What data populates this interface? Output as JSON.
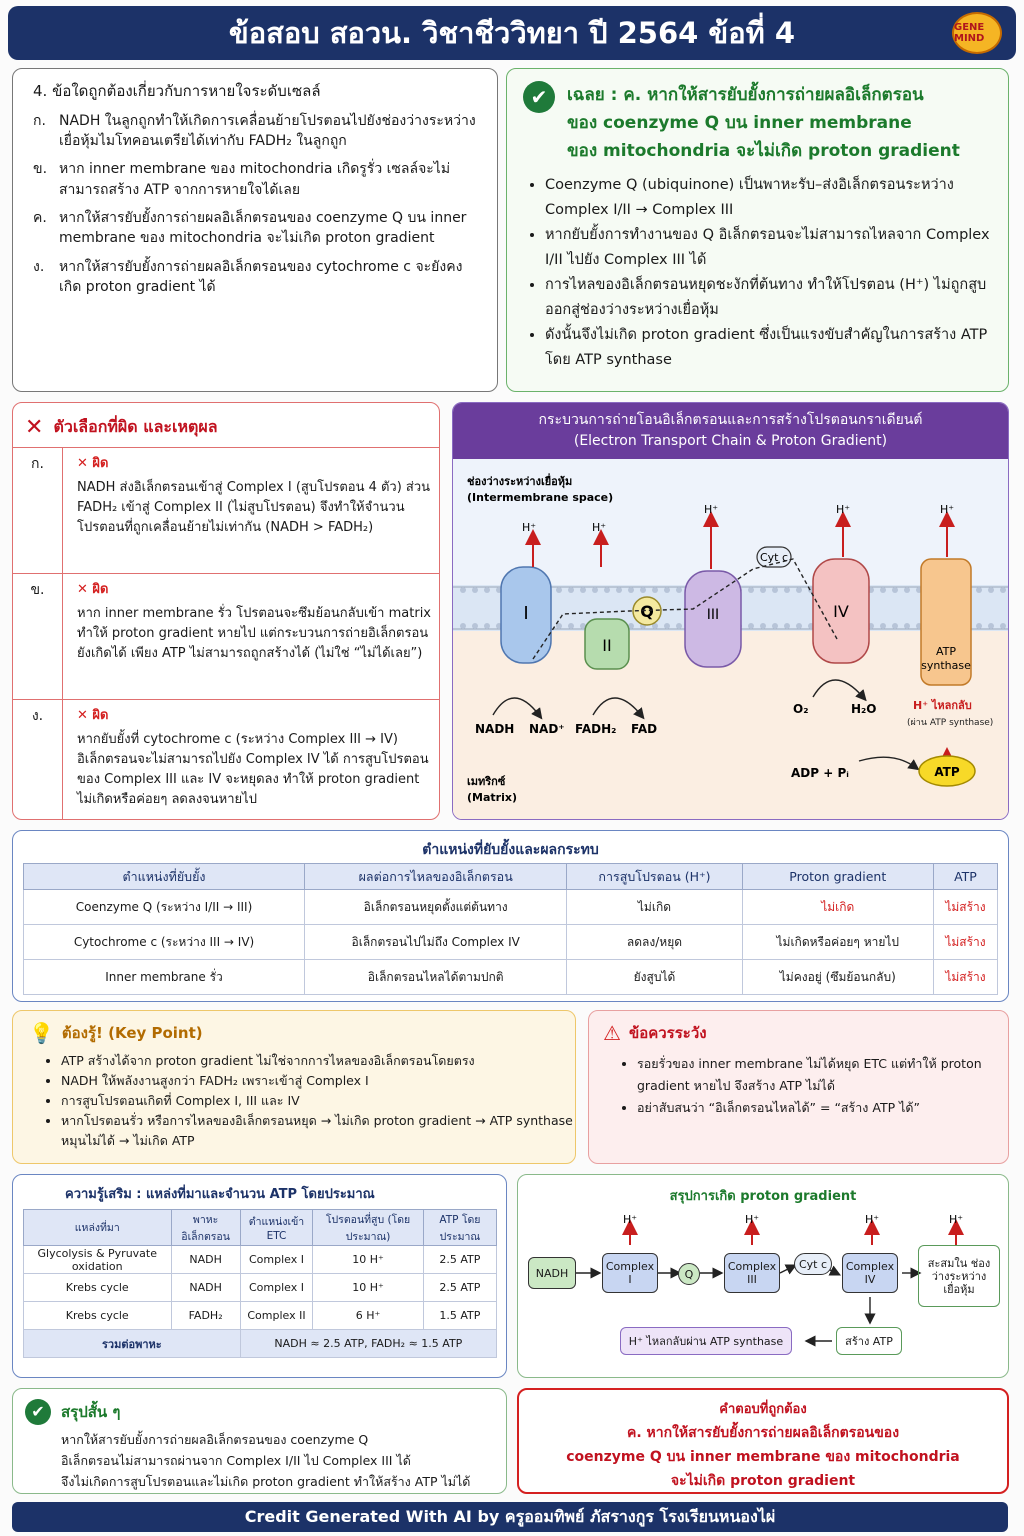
{
  "header": {
    "title": "ข้อสอบ สอวน. วิชาชีววิทยา ปี 2564 ข้อที่ 4",
    "logo": "GENE MIND"
  },
  "question": {
    "stem": "4. ข้อใดถูกต้องเกี่ยวกับการหายใจระดับเซลล์",
    "options": [
      {
        "key": "ก.",
        "text": "NADH ในลูกถูกทำให้เกิดการเคลื่อนย้ายโปรตอนไปยังช่องว่างระหว่างเยื่อหุ้มไมโทคอนเตรียได้เท่ากับ FADH₂ ในลูกถูก"
      },
      {
        "key": "ข.",
        "text": "หาก inner membrane ของ mitochondria เกิดรูรั่ว เซลล์จะไม่สามารถสร้าง ATP จากการหายใจได้เลย"
      },
      {
        "key": "ค.",
        "text": "หากให้สารยับยั้งการถ่ายผลอิเล็กตรอนของ coenzyme Q บน inner membrane ของ mitochondria จะไม่เกิด proton gradient"
      },
      {
        "key": "ง.",
        "text": "หากให้สารยับยั้งการถ่ายผลอิเล็กตรอนของ cytochrome c จะยังคงเกิด proton gradient ได้"
      }
    ]
  },
  "answer": {
    "heading": [
      "เฉลย : ค. หากให้สารยับยั้งการถ่ายผลอิเล็กตรอน",
      "ของ coenzyme Q บน inner membrane",
      "ของ mitochondria จะไม่เกิด proton gradient"
    ],
    "bullets": [
      "Coenzyme Q (ubiquinone) เป็นพาหะรับ–ส่งอิเล็กตรอนระหว่าง Complex I/II → Complex III",
      "หากยับยั้งการทำงานของ Q อิเล็กตรอนจะไม่สามารถไหลจาก Complex I/II ไปยัง Complex III ได้",
      "การไหลของอิเล็กตรอนหยุดชะงักที่ต้นทาง ทำให้โปรตอน (H⁺) ไม่ถูกสูบออกสู่ช่องว่างระหว่างเยื่อหุ้ม",
      "ดังนั้นจึงไม่เกิด proton gradient ซึ่งเป็นแรงขับสำคัญในการสร้าง ATP โดย ATP synthase"
    ]
  },
  "wrong": {
    "title": "ตัวเลือกที่ผิด และเหตุผล",
    "mark": "ผิด",
    "rows": [
      {
        "key": "ก.",
        "text": "NADH ส่งอิเล็กตรอนเข้าสู่ Complex I (สูบโปรตอน 4 ตัว) ส่วน FADH₂ เข้าสู่ Complex II (ไม่สูบโปรตอน) จึงทำให้จำนวนโปรตอนที่ถูกเคลื่อนย้ายไม่เท่ากัน (NADH > FADH₂)"
      },
      {
        "key": "ข.",
        "text": "หาก inner membrane รั่ว โปรตอนจะซึมย้อนกลับเข้า matrix ทำให้ proton gradient หายไป แต่กระบวนการถ่ายอิเล็กตรอนยังเกิดได้ เพียง ATP ไม่สามารถถูกสร้างได้ (ไม่ใช่ “ไม่ได้เลย”)"
      },
      {
        "key": "ง.",
        "text": "หากยับยั้งที่ cytochrome c (ระหว่าง Complex III → IV) อิเล็กตรอนจะไม่สามารถไปยัง Complex IV ได้ การสูบโปรตอนของ Complex III และ IV จะหยุดลง ทำให้ proton gradient ไม่เกิดหรือค่อยๆ ลดลงจนหายไป"
      }
    ]
  },
  "diagram": {
    "title": "กระบวนการถ่ายโอนอิเล็กตรอนและการสร้างโปรตอนกราเดียนต์",
    "subtitle": "(Electron Transport Chain & Proton Gradient)",
    "ims": "ช่องว่างระหว่างเยื่อหุ้ม",
    "ims_en": "(Intermembrane space)",
    "matrix": "เมทริกซ์",
    "matrix_en": "(Matrix)",
    "h": "H⁺",
    "c1": "I",
    "c2": "II",
    "q": "Q",
    "c3": "III",
    "cytc": "Cyt c",
    "c4": "IV",
    "atps": "ATP synthase",
    "nadh": "NADH",
    "nad": "NAD⁺",
    "fadh": "FADH₂",
    "fad": "FAD",
    "o2": "O₂",
    "h2o": "H₂O",
    "hback": "H⁺ ไหลกลับ",
    "hback_sub": "(ผ่าน ATP synthase)",
    "adp": "ADP + Pᵢ",
    "atp": "ATP"
  },
  "table1": {
    "title": "ตำแหน่งที่ยับยั้งและผลกระทบ",
    "headers": [
      "ตำแหน่งที่ยับยั้ง",
      "ผลต่อการไหลของอิเล็กตรอน",
      "การสูบโปรตอน (H⁺)",
      "Proton gradient",
      "ATP"
    ],
    "rows": [
      [
        "Coenzyme Q (ระหว่าง I/II → III)",
        "อิเล็กตรอนหยุดตั้งแต่ต้นทาง",
        "ไม่เกิด",
        "ไม่เกิด",
        "ไม่สร้าง"
      ],
      [
        "Cytochrome c (ระหว่าง III → IV)",
        "อิเล็กตรอนไปไม่ถึง Complex IV",
        "ลดลง/หยุด",
        "ไม่เกิดหรือค่อยๆ หายไป",
        "ไม่สร้าง"
      ],
      [
        "Inner membrane รั่ว",
        "อิเล็กตรอนไหลได้ตามปกติ",
        "ยังสูบได้",
        "ไม่คงอยู่ (ซึมย้อนกลับ)",
        "ไม่สร้าง"
      ]
    ]
  },
  "keypoint": {
    "title": "ต้องรู้! (Key Point)",
    "items": [
      "ATP สร้างได้จาก proton gradient ไม่ใช่จากการไหลของอิเล็กตรอนโดยตรง",
      "NADH ให้พลังงานสูงกว่า FADH₂ เพราะเข้าสู่ Complex I",
      "การสูบโปรตอนเกิดที่ Complex I, III และ IV",
      "หากโปรตอนรั่ว หรือการไหลของอิเล็กตรอนหยุด → ไม่เกิด proton gradient → ATP synthase หมุนไม่ได้ → ไม่เกิด ATP"
    ]
  },
  "caution": {
    "title": "ข้อควรระวัง",
    "items": [
      "รอยรั่วของ inner membrane ไม่ได้หยุด ETC แต่ทำให้ proton gradient หายไป จึงสร้าง ATP ไม่ได้",
      "อย่าสับสนว่า “อิเล็กตรอนไหลได้” = “สร้าง ATP ได้”"
    ]
  },
  "table2": {
    "title": "ความรู้เสริม : แหล่งที่มาและจำนวน ATP โดยประมาณ",
    "headers": [
      "แหล่งที่มา",
      "พาหะอิเล็กตรอน",
      "ตำแหน่งเข้า ETC",
      "โปรตอนที่สูบ (โดยประมาณ)",
      "ATP โดยประมาณ"
    ],
    "rows": [
      [
        "Glycolysis & Pyruvate oxidation",
        "NADH",
        "Complex I",
        "10 H⁺",
        "2.5 ATP"
      ],
      [
        "Krebs cycle",
        "NADH",
        "Complex I",
        "10 H⁺",
        "2.5 ATP"
      ],
      [
        "Krebs cycle",
        "FADH₂",
        "Complex II",
        "6 H⁺",
        "1.5 ATP"
      ]
    ],
    "total_label": "รวมต่อพาหะ",
    "total_value": "NADH ≈ 2.5 ATP, FADH₂ ≈ 1.5 ATP"
  },
  "flow": {
    "title": "สรุปการเกิด proton gradient",
    "nadh": "NADH",
    "c1": "Complex I",
    "q": "Q",
    "c3": "Complex III",
    "cytc": "Cyt c",
    "c4": "Complex IV",
    "accum": "สะสมใน ช่องว่างระหว่าง เยื่อหุ้ม",
    "atp": "สร้าง ATP",
    "back": "H⁺ ไหลกลับผ่าน ATP synthase",
    "h": "H⁺"
  },
  "summary": {
    "title": "สรุปสั้น ๆ",
    "lines": [
      "หากให้สารยับยั้งการถ่ายผลอิเล็กตรอนของ coenzyme Q",
      "อิเล็กตรอนไม่สามารถผ่านจาก Complex I/II ไป Complex III ได้",
      "จึงไม่เกิดการสูบโปรตอนและไม่เกิด proton gradient ทำให้สร้าง ATP ไม่ได้"
    ]
  },
  "correct": {
    "title": "คำตอบที่ถูกต้อง",
    "lines": [
      "ค. หากให้สารยับยั้งการถ่ายผลอิเล็กตรอนของ",
      "coenzyme Q บน inner membrane ของ mitochondria",
      "จะไม่เกิด proton gradient"
    ]
  },
  "footer": "Credit Generated With AI by ครูออมทิพย์ ภัสรางกูร โรงเรียนหนองไผ่"
}
